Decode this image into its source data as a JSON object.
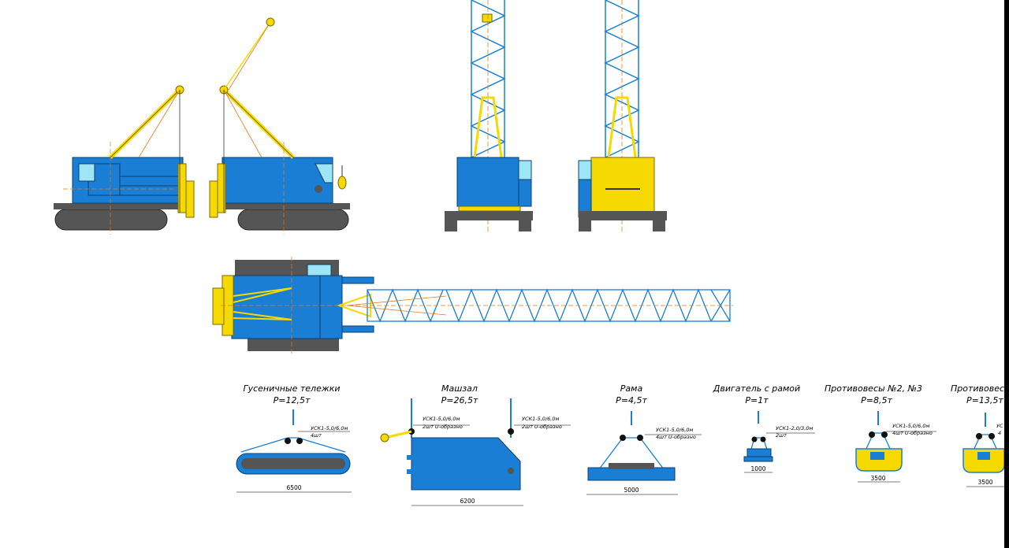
{
  "colors": {
    "blue": "#1a7fd4",
    "yellow": "#f5d900",
    "dark": "#555555",
    "lattice": "#1a7fd4",
    "rope": "#e07b1c",
    "cab_glass": "#9ee6f5"
  },
  "components": [
    {
      "title": "Гусеничные тележки",
      "weight": "P=12,5т",
      "sling": "УСК1-5,0/6,0м",
      "sling_qty": "4шт",
      "dimension": "6500"
    },
    {
      "title": "Машзал",
      "weight": "P=26,5т",
      "sling_left": "УСК1-5,0/6,0м",
      "sling_left_qty": "2шт U-образно",
      "sling_right": "УСК1-5,0/6,0м",
      "sling_right_qty": "2шт U-образно",
      "dimension": "6200"
    },
    {
      "title": "Рама",
      "weight": "P=4,5т",
      "sling": "УСК1-5,0/6,0м",
      "sling_qty": "4шт U-образно",
      "dimension": "5000"
    },
    {
      "title": "Двигатель с рамой",
      "weight": "P=1т",
      "sling": "УСК1-2,0/3,0м",
      "sling_qty": "2шт",
      "dimension": "1000"
    },
    {
      "title": "Противовесы №2, №3",
      "weight": "P=8,5т",
      "sling": "УСК1-5,0/6,0м",
      "sling_qty": "4шт U-образно",
      "dimension": "3500"
    },
    {
      "title": "Противовес №",
      "weight": "P=13,5т",
      "sling": "УС",
      "sling_qty": "4",
      "dimension": "3500"
    }
  ]
}
